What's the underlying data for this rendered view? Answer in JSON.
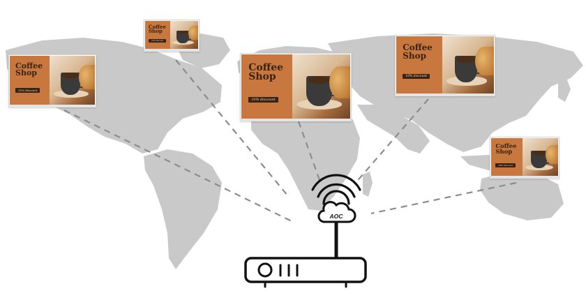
{
  "colors": {
    "map_land": "#c9c9c9",
    "connection_line": "#8c8c8c",
    "panel_orange": "#c8783e",
    "dark_brown": "#3a2314",
    "router_stroke": "#111111"
  },
  "router": {
    "brand": "AOC",
    "icons": [
      "cloud-icon",
      "wifi-signal-icon",
      "router-icon"
    ]
  },
  "displays": [
    {
      "id": "west",
      "title": "Coffee\nShop",
      "subtitle": "",
      "discount": "10% discount"
    },
    {
      "id": "north",
      "title": "Coffee\nShop",
      "subtitle": "",
      "discount": "10% discount"
    },
    {
      "id": "center",
      "title": "Coffee\nShop",
      "subtitle": "",
      "discount": "10% discount"
    },
    {
      "id": "northeast",
      "title": "Coffee\nShop",
      "subtitle": "",
      "discount": "10% discount"
    },
    {
      "id": "southeast",
      "title": "Coffee\nShop",
      "subtitle": "",
      "discount": "10% discount"
    }
  ]
}
